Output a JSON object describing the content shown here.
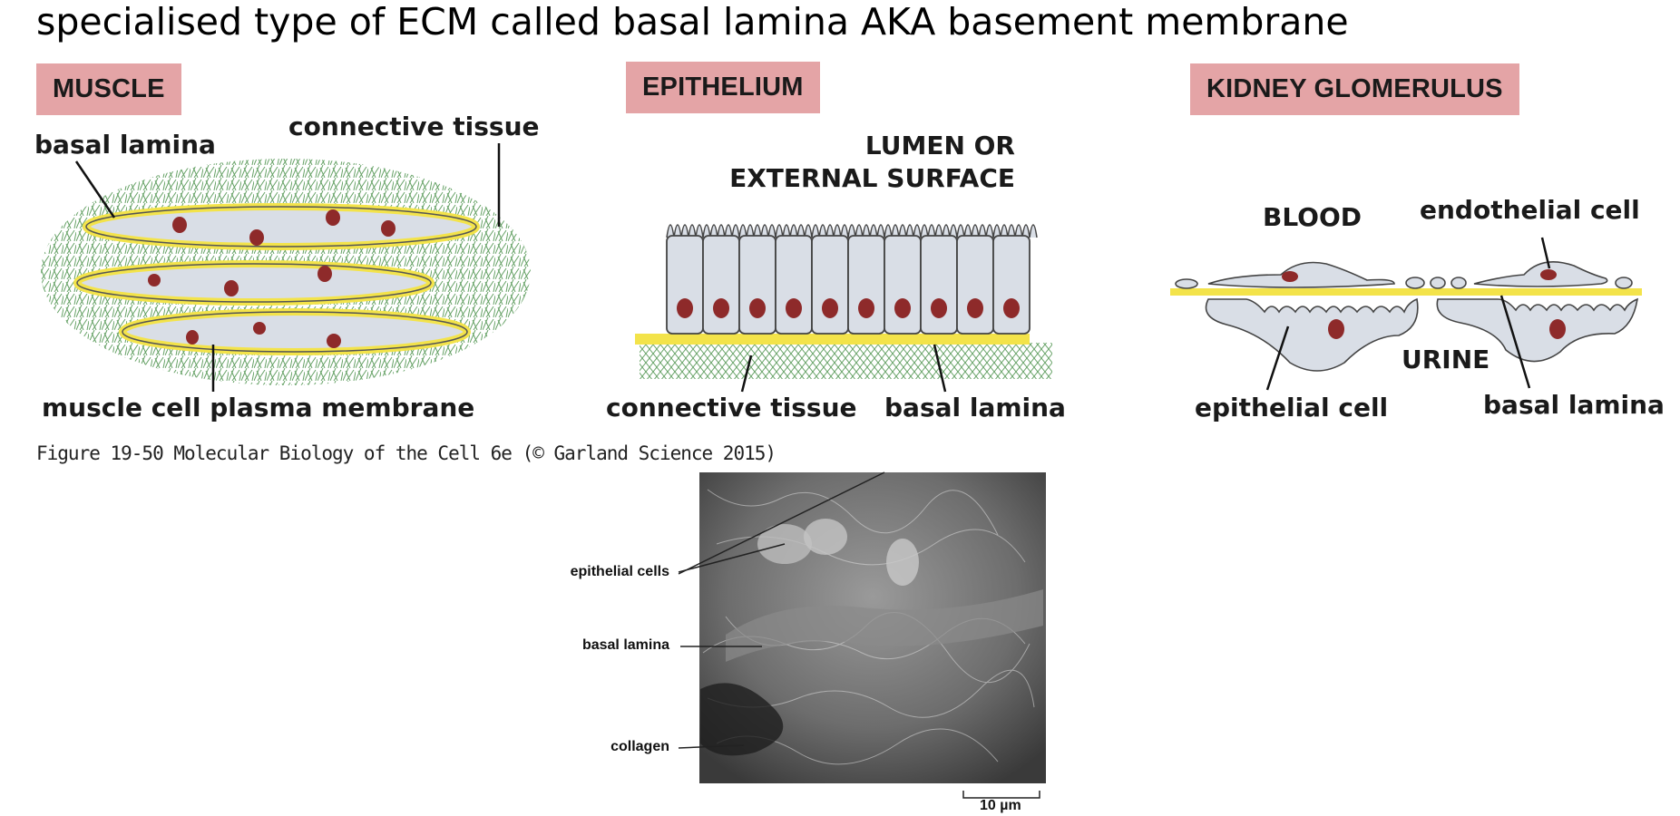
{
  "slide": {
    "title": "specialised type of ECM called basal lamina AKA basement membrane"
  },
  "panels": {
    "muscle": {
      "badge": "MUSCLE",
      "label_basal_lamina": "basal lamina",
      "label_connective_tissue": "connective tissue",
      "label_plasma_membrane": "muscle cell plasma membrane"
    },
    "epithelium": {
      "badge": "EPITHELIUM",
      "label_lumen_1": "LUMEN OR",
      "label_lumen_2": "EXTERNAL SURFACE",
      "label_connective_tissue": "connective tissue",
      "label_basal_lamina": "basal lamina"
    },
    "kidney": {
      "badge": "KIDNEY GLOMERULUS",
      "label_blood": "BLOOD",
      "label_endothelial": "endothelial cell",
      "label_urine": "URINE",
      "label_epithelial": "epithelial cell",
      "label_basal_lamina": "basal lamina"
    }
  },
  "figure_caption": "Figure 19-50  Molecular Biology of the Cell 6e (© Garland Science 2015)",
  "micrograph": {
    "label_epithelial_cells": "epithelial cells",
    "label_basal_lamina": "basal lamina",
    "label_collagen": "collagen",
    "scale_bar": "10 µm"
  },
  "colors": {
    "badge": "#e4a4a6",
    "lamina": "#f3e34a",
    "cell_fill": "#d9dee6",
    "nucleus": "#8e2a2a",
    "fiber": "#3f8a3f"
  }
}
